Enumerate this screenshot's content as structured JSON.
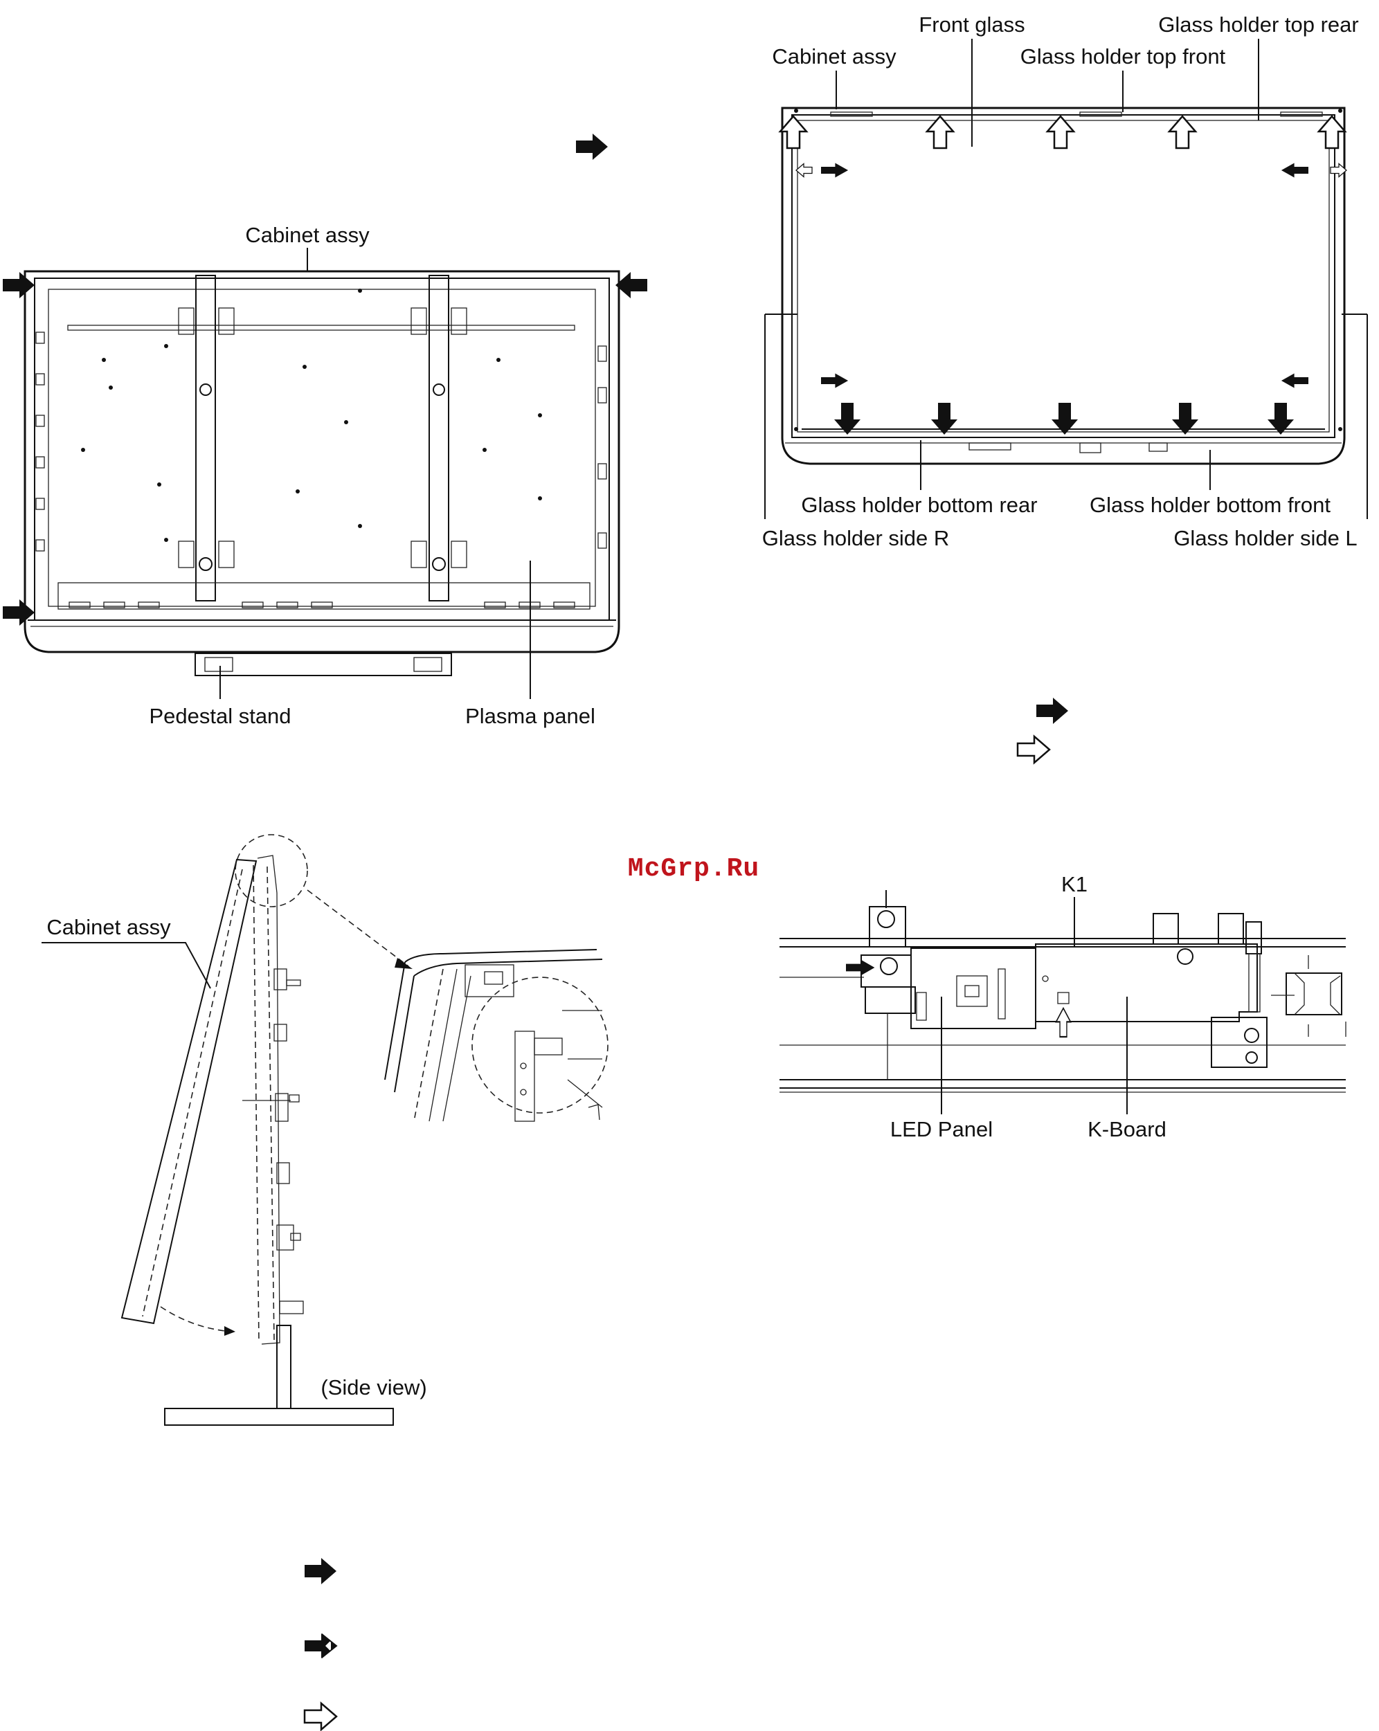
{
  "watermark": "McGrp.Ru",
  "diagram_1": {
    "cabinet_label": "Cabinet assy",
    "stand_label": "Pedestal stand",
    "panel_label": "Plasma panel"
  },
  "diagram_2": {
    "front_glass": "Front glass",
    "holder_top_rear": "Glass holder top rear",
    "cabinet_label": "Cabinet assy",
    "holder_top_front": "Glass holder top front",
    "holder_bottom_rear": "Glass holder bottom rear",
    "holder_bottom_front": "Glass holder bottom front",
    "holder_side_r": "Glass holder side R",
    "holder_side_l": "Glass holder side L"
  },
  "diagram_3": {
    "cabinet_label": "Cabinet assy",
    "side_view": "(Side view)"
  },
  "diagram_4": {
    "k1": "K1",
    "led_panel": "LED Panel",
    "k_board": "K-Board"
  },
  "icons": [
    "solid-arrow-icon",
    "double-arrow-icon",
    "hollow-arrow-icon"
  ]
}
